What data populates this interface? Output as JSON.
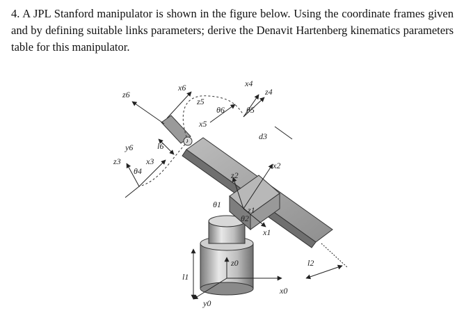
{
  "question": {
    "text": "4. A JPL Stanford manipulator is shown in the figure below. Using the coordinate frames given and by defining suitable links parameters; derive the Denavit Hartenberg kinematics parameters table for this manipulator."
  },
  "figure": {
    "labels": {
      "x4": "x4",
      "z4": "z4",
      "z6": "z6",
      "x6": "x6",
      "z5": "z5",
      "theta6": "θ6",
      "theta5": "θ5",
      "x5": "x5",
      "d3": "d3",
      "y6": "y6",
      "l6": "l6",
      "z3": "z3",
      "x3": "x3",
      "theta4": "θ4",
      "x2": "x2",
      "z2": "z2",
      "theta1": "θ1",
      "z1": "z1",
      "theta2": "θ2",
      "x1": "x1",
      "z0": "z0",
      "l2": "l2",
      "l1": "l1",
      "x0": "x0",
      "y0": "y0"
    },
    "colors": {
      "line": "#222222",
      "metal_dark": "#8a8a8a",
      "metal_light": "#d6d6d6"
    }
  }
}
